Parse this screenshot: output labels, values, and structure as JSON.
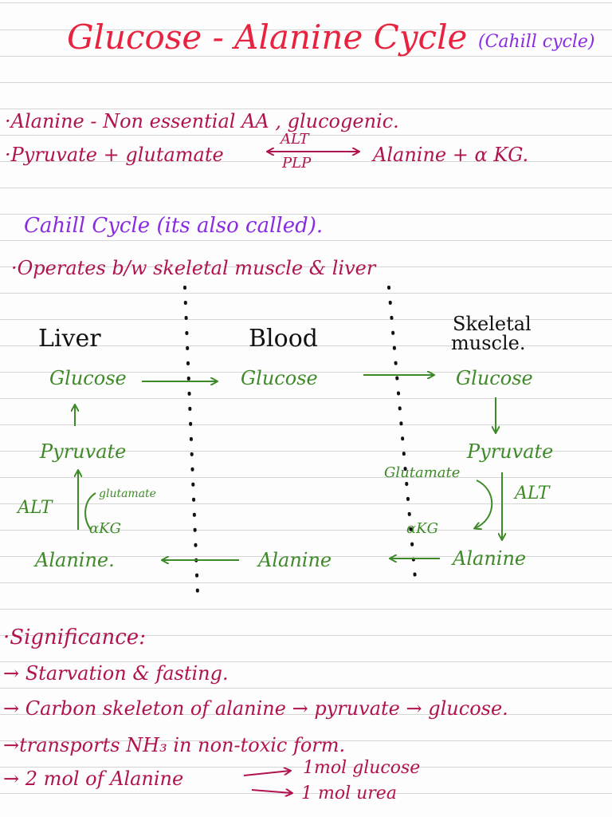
{
  "colors": {
    "title": "#e8233f",
    "accent": "#8a2be2",
    "crimson": "#b0134f",
    "green": "#3e8a28",
    "divider": "#111111"
  },
  "header": {
    "title": "Glucose - Alanine Cycle",
    "subtitle": "(Cahill cycle)"
  },
  "intro": {
    "bullet1": "·Alanine - Non essential AA , glucogenic.",
    "bullet2_left": "·Pyruvate + glutamate",
    "enzyme_top": "ALT",
    "enzyme_bottom": "PLP",
    "bullet2_right": "Alanine + α KG."
  },
  "cahill": {
    "heading": "Cahill Cycle (its also called).",
    "bullet": "·Operates b/w skeletal muscle & liver"
  },
  "diagram": {
    "columns": {
      "liver": "Liver",
      "blood": "Blood",
      "muscle_line1": "Skeletal",
      "muscle_line2": "muscle."
    },
    "liver": {
      "glucose": "Glucose",
      "pyruvate": "Pyruvate",
      "alt": "ALT",
      "glutamate": "glutamate",
      "akg": "αKG",
      "alanine": "Alanine."
    },
    "blood": {
      "glucose": "Glucose",
      "alanine": "Alanine"
    },
    "muscle": {
      "glucose": "Glucose",
      "pyruvate": "Pyruvate",
      "glutamate": "Glutamate",
      "alt": "ALT",
      "akg": "αKG",
      "alanine": "Alanine"
    }
  },
  "significance": {
    "heading": "·Significance:",
    "items": [
      "→ Starvation & fasting.",
      "→ Carbon skeleton of alanine → pyruvate → glucose.",
      "→transports NH₃  in non-toxic form.",
      "→ 2 mol of Alanine"
    ],
    "result1": "1mol glucose",
    "result2": "1 mol urea"
  }
}
